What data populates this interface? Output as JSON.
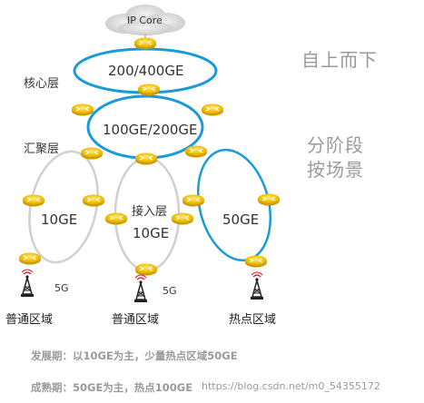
{
  "cloud": {
    "label": "IP Core"
  },
  "rings": {
    "core": "200/400GE",
    "aggregation": "100GE/200GE",
    "access_left": "10GE",
    "access_mid": "10GE",
    "access_right": "50GE"
  },
  "layers": {
    "core": "核心层",
    "aggregation": "汇聚层",
    "access": "接入层"
  },
  "side": {
    "top": "自上而下",
    "middle_line1": "分阶段",
    "middle_line2": "按场景"
  },
  "stations": {
    "left_label": "5G",
    "mid_label": "5G"
  },
  "areas": {
    "left": "普通区域",
    "mid": "普通区域",
    "right": "热点区域"
  },
  "notes": {
    "line1": "发展期：以10GE为主，少量热点区域50GE",
    "line2": "成熟期：50GE为主，热点100GE"
  },
  "watermark": "https://blog.csdn.net/m0_54355172",
  "colors": {
    "blue_ring": "#1a9bd7",
    "gray_ring": "#d0d0d0",
    "router": "#f5c400"
  }
}
